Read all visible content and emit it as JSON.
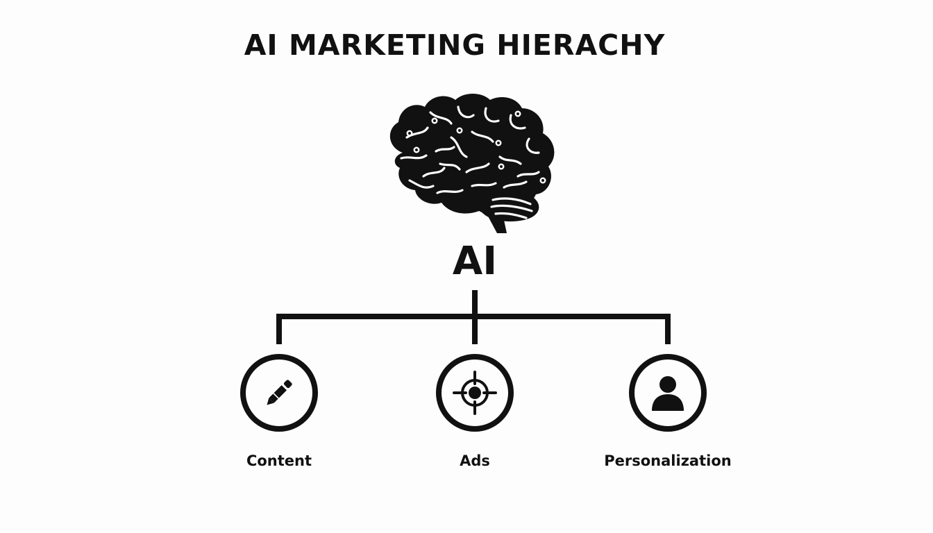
{
  "diagram": {
    "title": "AI MARKETING HIERACHY",
    "root": {
      "label": "AI",
      "icon": "brain-icon"
    },
    "children": [
      {
        "label": "Content",
        "icon": "pen-icon"
      },
      {
        "label": "Ads",
        "icon": "target-icon"
      },
      {
        "label": "Personalization",
        "icon": "user-icon"
      }
    ],
    "colors": {
      "ink": "#111111",
      "background": "#fdfdfd"
    }
  }
}
